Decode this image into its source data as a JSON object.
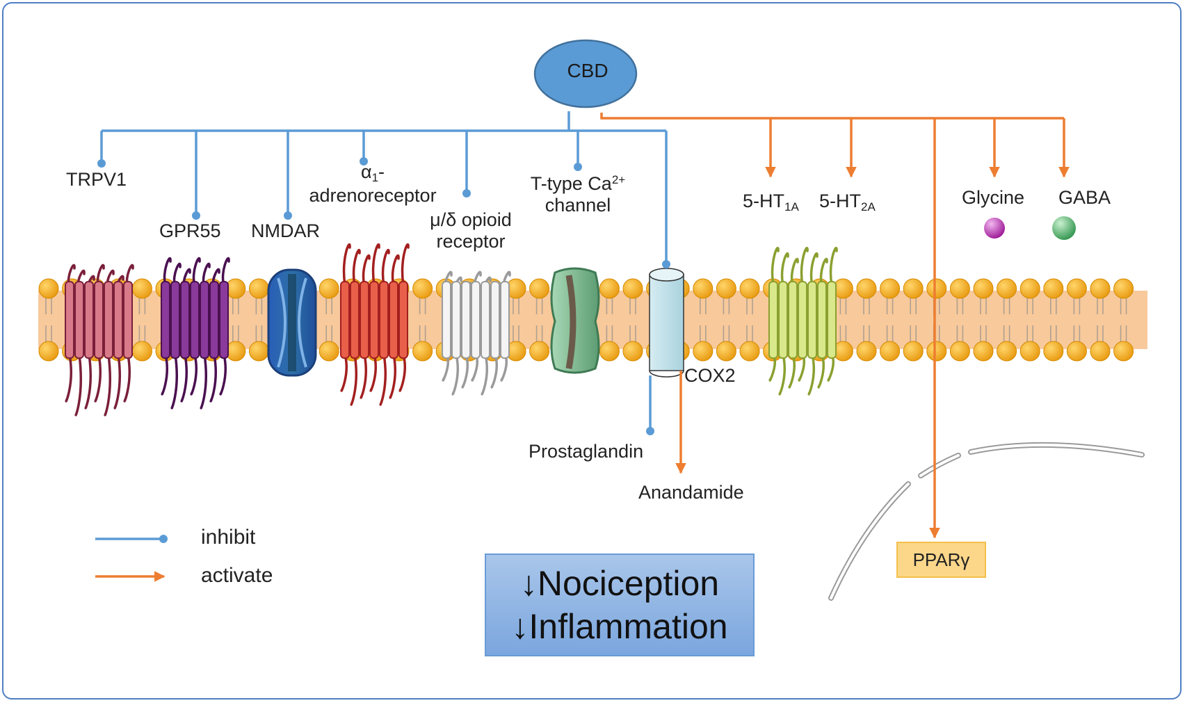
{
  "center_node": "CBD",
  "inhibited_targets": {
    "trpv1": "TRPV1",
    "gpr55": "GPR55",
    "nmdar": "NMDAR",
    "alpha1": {
      "prefix": "α",
      "sub": "1",
      "suffix": "-",
      "line2": "adrenoreceptor"
    },
    "opioid": {
      "line1": "μ/δ opioid",
      "line2": "receptor"
    },
    "ttype": {
      "prefix": "T-type Ca",
      "sup": "2+",
      "line2": "channel"
    },
    "cox2": "COX2",
    "prostaglandin": "Prostaglandin"
  },
  "activated_targets": {
    "ht1a": {
      "prefix": "5-HT",
      "sub": "1A"
    },
    "ht2a": {
      "prefix": "5-HT",
      "sub": "2A"
    },
    "glycine": "Glycine",
    "gaba": "GABA",
    "anandamide": "Anandamide",
    "ppar": "PPARγ"
  },
  "legend": {
    "inhibit": "inhibit",
    "activate": "activate"
  },
  "outcome": {
    "line1": "↓Nociception",
    "line2": "↓Inflammation"
  },
  "colors": {
    "inhibit": "#5b9bd5",
    "activate": "#ed7d31",
    "cbd_fill": "#5b9bd5",
    "membrane": "#f7c99b",
    "lipid_head": "#f0a020",
    "outcome_box": "#8fb3e4",
    "ppar_box": "#fcd78a"
  }
}
